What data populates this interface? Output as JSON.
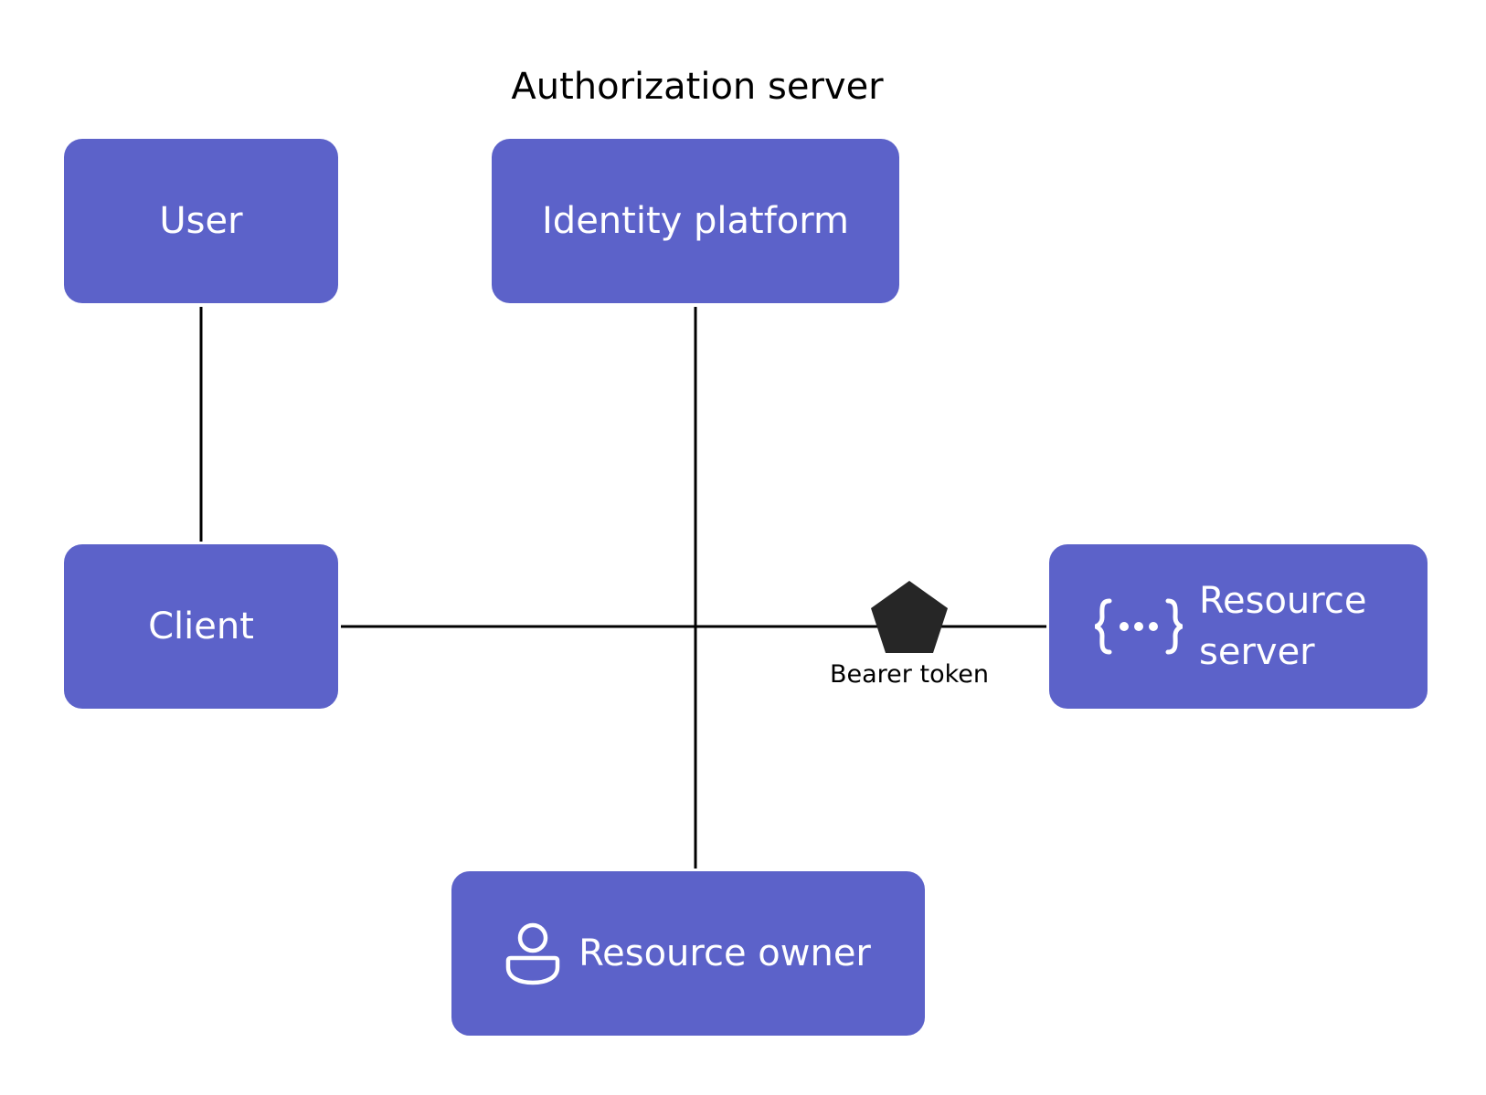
{
  "diagram": {
    "group_label": "Authorization server",
    "nodes": {
      "user": "User",
      "identity_platform": "Identity platform",
      "client": "Client",
      "resource_server": "Resource server",
      "resource_owner": "Resource owner"
    },
    "edge_labels": {
      "bearer_token": "Bearer token"
    },
    "icons": {
      "resource_server": "code-braces-icon",
      "resource_owner": "person-icon",
      "bearer_token": "pentagon-token-icon"
    },
    "colors": {
      "node_fill": "#5c62c9",
      "node_text": "#ffffff",
      "line": "#000000",
      "token": "#262626"
    }
  }
}
